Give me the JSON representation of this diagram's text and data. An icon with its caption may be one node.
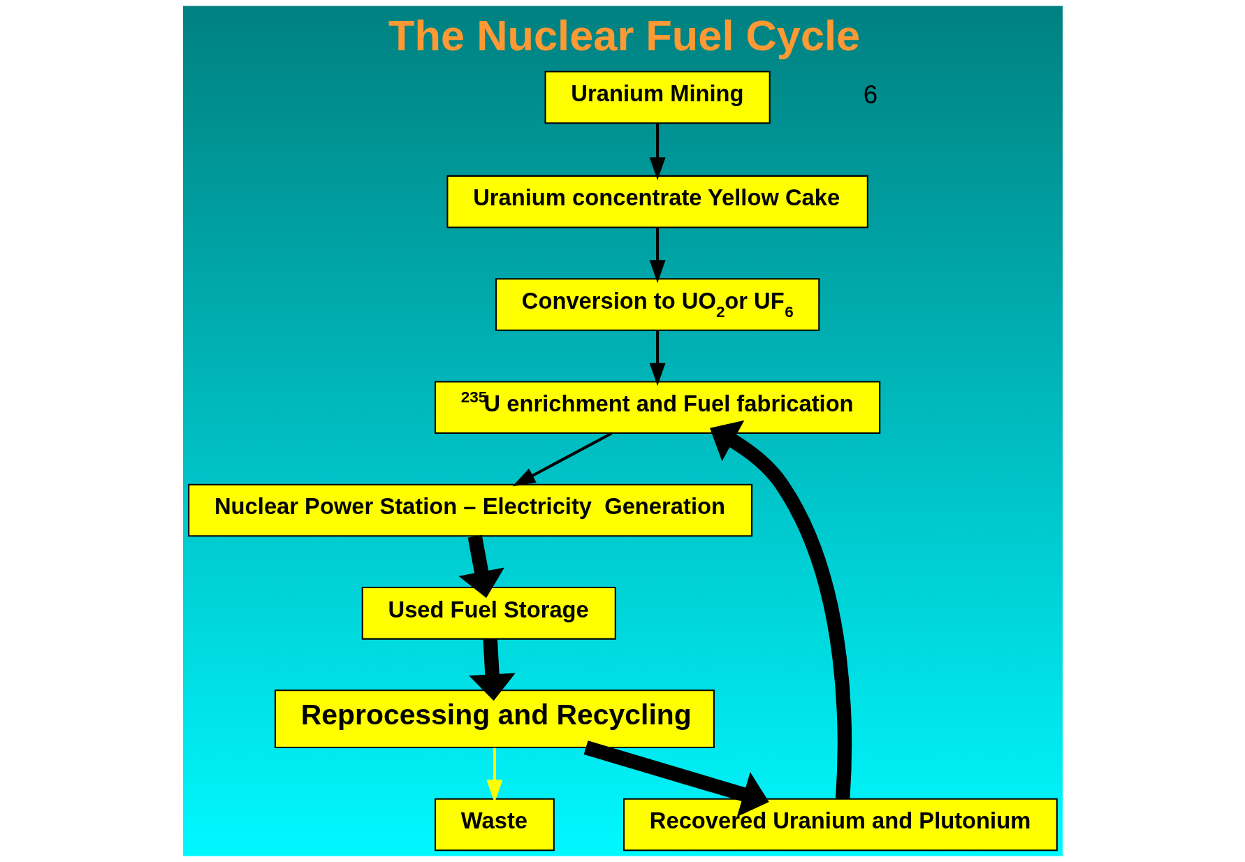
{
  "diagram": {
    "title": "The Nuclear Fuel Cycle",
    "nodes": [
      {
        "text": [
          "Uranium Mining"
        ]
      },
      {
        "text": [
          "Uranium concentrate Yellow Cake"
        ]
      },
      {
        "text": [
          "Conversion to UO$_{2}$or UF$_{6}$"
        ]
      },
      {
        "text": [
          "$^{235}$U enrichment and Fuel fabrication"
        ]
      },
      {
        "text": [
          "Nuclear Power Station – Electricity  Generation"
        ]
      },
      {
        "text": [
          "Used Fuel Storage"
        ]
      },
      {
        "text": [
          "Reprocessing and Recycling"
        ]
      },
      {
        "text": [
          "Recovered Uranium and Plutonium"
        ]
      },
      {
        "text": [
          "Waste"
        ]
      }
    ],
    "edges": [
      {
        "from": 0,
        "to": 1,
        "arrow": "to"
      },
      {
        "from": 1,
        "to": 2,
        "arrow": "to"
      },
      {
        "from": 2,
        "to": 3,
        "arrow": "to"
      },
      {
        "from": 3,
        "to": 4,
        "arrow": "to"
      },
      {
        "from": 4,
        "to": 5,
        "arrow": "to",
        "style": "thick"
      },
      {
        "from": 5,
        "to": 6,
        "arrow": "to",
        "style": "thick"
      },
      {
        "from": 6,
        "to": 7,
        "arrow": "to",
        "style": "thick"
      },
      {
        "from": 6,
        "to": 8,
        "arrow": "to",
        "color": "#ffff00"
      },
      {
        "from": 7,
        "to": 3,
        "arrow": "to",
        "style": "thick"
      }
    ],
    "labels": [
      "6"
    ]
  }
}
